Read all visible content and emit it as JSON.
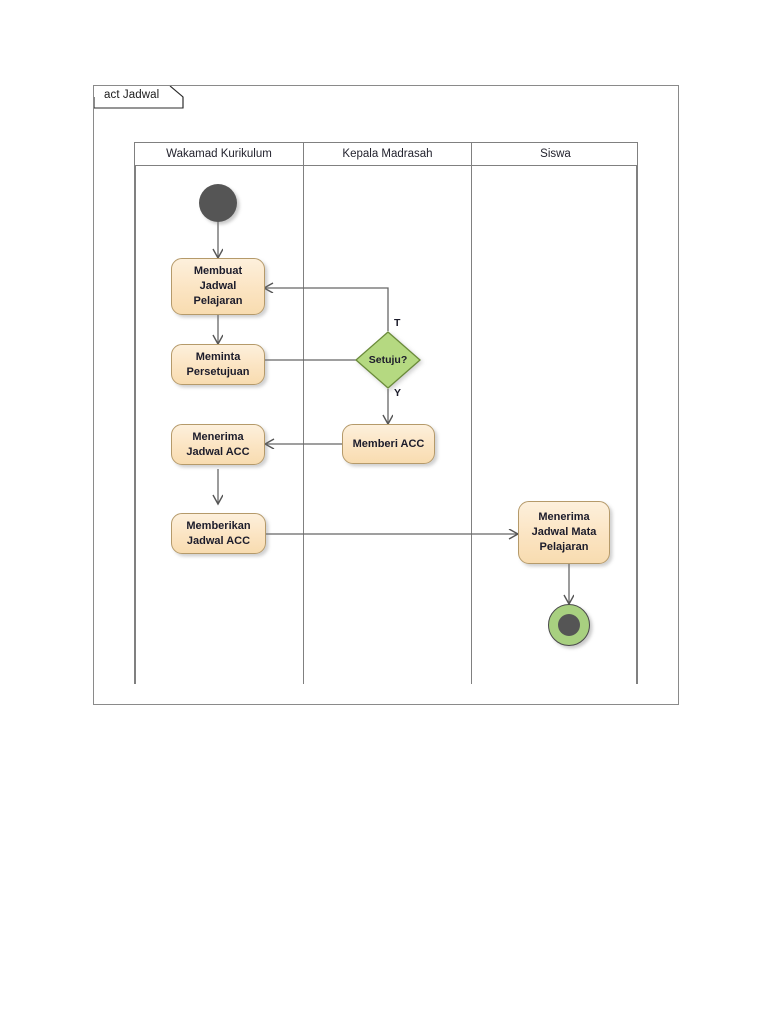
{
  "frame": {
    "label": "act Jadwal"
  },
  "swimlanes": [
    {
      "id": "wakamad-kurikulum",
      "label": "Wakamad Kurikulum"
    },
    {
      "id": "kepala-madrasah",
      "label": "Kepala Madrasah"
    },
    {
      "id": "siswa",
      "label": "Siswa"
    }
  ],
  "nodes": {
    "initial": {
      "type": "initial-node",
      "lane": "wakamad-kurikulum",
      "label": ""
    },
    "action1": {
      "type": "action",
      "lane": "wakamad-kurikulum",
      "label": "Membuat Jadwal Pelajaran"
    },
    "action2": {
      "type": "action",
      "lane": "wakamad-kurikulum",
      "label": "Meminta Persetujuan"
    },
    "decision": {
      "type": "decision",
      "lane": "kepala-madrasah",
      "label": "Setuju?"
    },
    "action3": {
      "type": "action",
      "lane": "kepala-madrasah",
      "label": "Memberi ACC"
    },
    "action4": {
      "type": "action",
      "lane": "wakamad-kurikulum",
      "label": "Menerima Jadwal ACC"
    },
    "action5": {
      "type": "action",
      "lane": "wakamad-kurikulum",
      "label": "Memberikan Jadwal ACC"
    },
    "action6": {
      "type": "action",
      "lane": "siswa",
      "label": "Menerima Jadwal Mata Pelajaran"
    },
    "final": {
      "type": "final-node",
      "lane": "siswa",
      "label": ""
    }
  },
  "edge_labels": {
    "no_branch": "T",
    "yes_branch": "Y"
  },
  "colors": {
    "action_fill": "#fbe4c2",
    "action_border": "#b59a6a",
    "decision_fill": "#b5d981",
    "decision_border": "#6a8a3a",
    "initial_fill": "#555555",
    "final_ring": "#a8d080",
    "final_core": "#555555",
    "lane_border": "#808080",
    "frame_border": "#8a8a8a",
    "edge_stroke": "#666666"
  }
}
